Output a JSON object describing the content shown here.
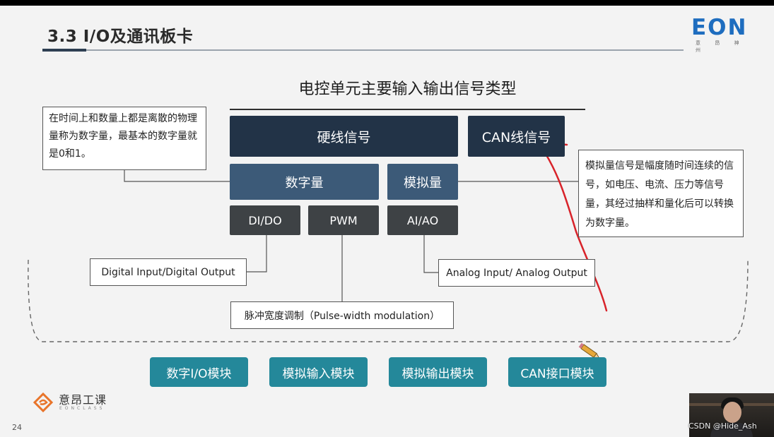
{
  "header": {
    "title": "3.3 I/O及通讯板卡",
    "logo_text": "EON",
    "logo_sub": "意 昂 神 州"
  },
  "diagram": {
    "heading": "电控单元主要输入输出信号类型",
    "hardwired": "硬线信号",
    "can_signal": "CAN线信号",
    "digital": "数字量",
    "analog": "模拟量",
    "dido": "DI/DO",
    "pwm": "PWM",
    "aiao": "AI/AO",
    "note_digital": "在时间上和数量上都是离散的物理量称为数字量，最基本的数字量就是0和1。",
    "note_analog": "模拟量信号是幅度随时间连续的信号，如电压、电流、压力等信号量，其经过抽样和量化后可以转换为数字量。",
    "label_dido": "Digital Input/Digital Output",
    "label_aiao": "Analog Input/ Analog Output",
    "label_pwm": "脉冲宽度调制（Pulse-width modulation）"
  },
  "modules": [
    {
      "label": "数字I/O模块"
    },
    {
      "label": "模拟输入模块"
    },
    {
      "label": "模拟输出模块"
    },
    {
      "label": "CAN接口模块"
    }
  ],
  "colors": {
    "dark_box": "#223347",
    "mid_box": "#3c5a78",
    "gray_box": "#3e4245",
    "module_box": "#24889a",
    "annotation_red": "#d8232a",
    "logo_blue": "#1e6dbf",
    "brand_orange": "#e8742a"
  },
  "footer": {
    "page": "24",
    "brand_name": "意昂工课",
    "brand_sub": "EONCLASS"
  },
  "overlay": {
    "watermark": "CSDN @Hide_Ash"
  }
}
